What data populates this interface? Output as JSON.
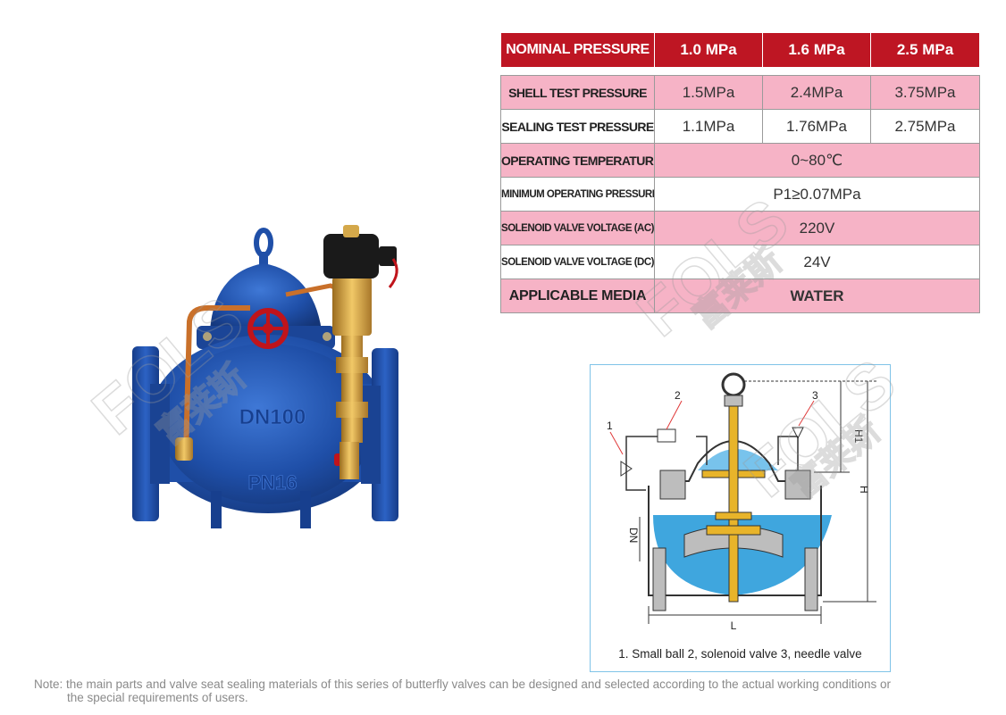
{
  "spec_table": {
    "header": {
      "label": "NOMINAL PRESSURE",
      "values": [
        "1.0 MPa",
        "1.6 MPa",
        "2.5 MPa"
      ]
    },
    "shell_test": {
      "label": "SHELL TEST PRESSURE",
      "values": [
        "1.5MPa",
        "2.4MPa",
        "3.75MPa"
      ]
    },
    "sealing_test": {
      "label": "SEALING TEST PRESSURE",
      "values": [
        "1.1MPa",
        "1.76MPa",
        "2.75MPa"
      ]
    },
    "operating_temperature": {
      "label": "OPERATING TEMPERATURE",
      "value": "0~80℃"
    },
    "min_operating_pressure": {
      "label": "MINIMUM OPERATING PRESSURE",
      "value": "P1≥0.07MPa"
    },
    "solenoid_ac": {
      "label": "SOLENOID VALVE VOLTAGE (AC)",
      "value": "220V"
    },
    "solenoid_dc": {
      "label": "SOLENOID VALVE VOLTAGE (DC)",
      "value": "24V"
    },
    "applicable_media": {
      "label": "APPLICABLE MEDIA",
      "value": "WATER"
    }
  },
  "product_photo": {
    "body_markings": [
      "DN100",
      "PN16"
    ],
    "colors": {
      "body": "#1f4fa8",
      "brass": "#d9a441",
      "handwheel": "#c0141b"
    }
  },
  "diagram": {
    "callouts": [
      "1",
      "2",
      "3"
    ],
    "dimensions": {
      "h1": "H1",
      "h": "H",
      "dn": "DN",
      "l": "L"
    },
    "caption": "1. Small ball   2, solenoid valve   3, needle valve",
    "colors": {
      "water": "#3fa6de",
      "stem": "#e8b42a"
    }
  },
  "watermark": {
    "brand": "FOLS",
    "chinese": "富莱斯"
  },
  "note": {
    "line1": "Note: the main parts and valve seat sealing materials of this series of butterfly valves can be designed and selected according to the actual working conditions or",
    "line2": "the special requirements of users."
  },
  "colors": {
    "header_red": "#be1623",
    "row_pink": "#f6b3c6",
    "frame_blue": "#7fc3e8"
  }
}
